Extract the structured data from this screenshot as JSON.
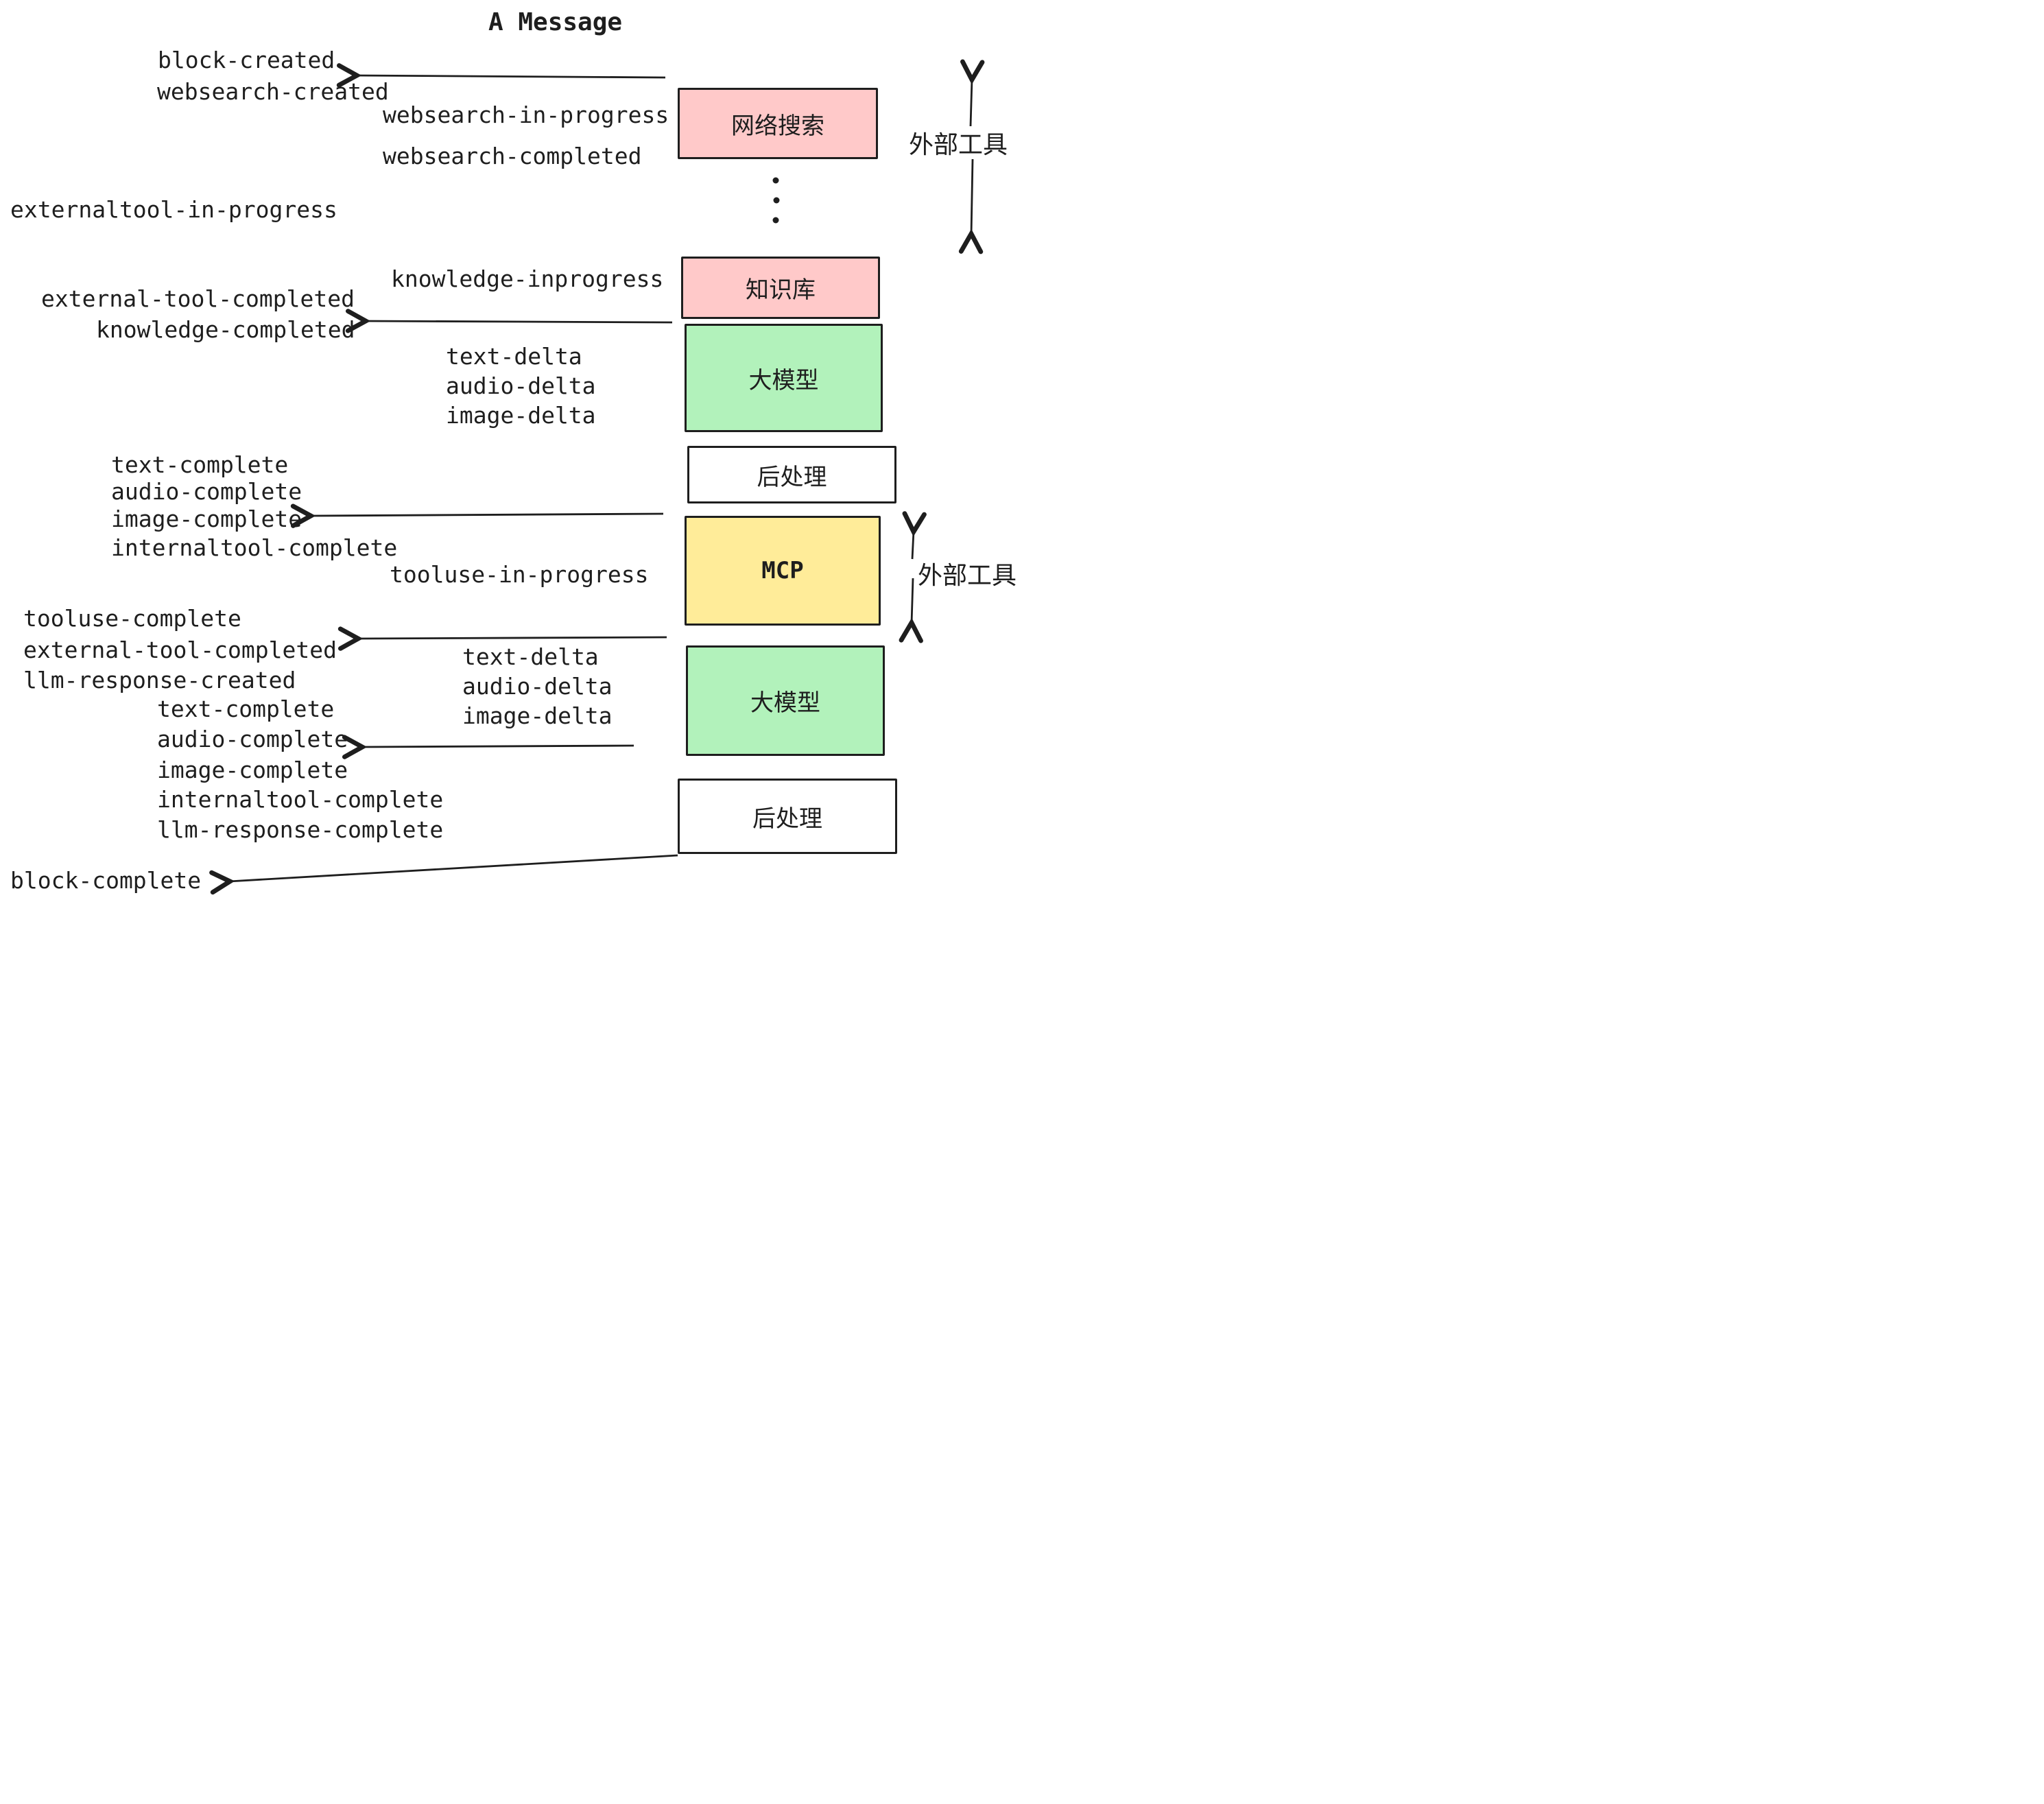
{
  "title": "A Message",
  "boxes": [
    {
      "id": "websearch",
      "label": "网络搜索",
      "color": "#ffc9c9"
    },
    {
      "id": "knowledge",
      "label": "知识库",
      "color": "#ffc9c9"
    },
    {
      "id": "llm1",
      "label": "大模型",
      "color": "#b2f2bb"
    },
    {
      "id": "post1",
      "label": "后处理",
      "color": "#ffffff"
    },
    {
      "id": "mcp",
      "label": "MCP",
      "color": "#ffec99"
    },
    {
      "id": "llm2",
      "label": "大模型",
      "color": "#b2f2bb"
    },
    {
      "id": "post2",
      "label": "后处理",
      "color": "#ffffff"
    }
  ],
  "side_labels": {
    "external_tools_top": "外部工具",
    "external_tools_bottom": "外部工具"
  },
  "events": {
    "block_created": "block-created",
    "websearch_created": "websearch-created",
    "websearch_in_progress": "websearch-in-progress",
    "websearch_completed": "websearch-completed",
    "externaltool_in_progress": "externaltool-in-progress",
    "knowledge_inprogress": "knowledge-inprogress",
    "external_tool_completed_1": "external-tool-completed",
    "knowledge_completed": "knowledge-completed",
    "text_delta_1": "text-delta",
    "audio_delta_1": "audio-delta",
    "image_delta_1": "image-delta",
    "text_complete_1": "text-complete",
    "audio_complete_1": "audio-complete",
    "image_complete_1": "image-complete",
    "internaltool_complete_1": "internaltool-complete",
    "tooluse_in_progress": "tooluse-in-progress",
    "tooluse_complete": "tooluse-complete",
    "external_tool_completed_2": "external-tool-completed",
    "llm_response_created": "llm-response-created",
    "text_delta_2": "text-delta",
    "audio_delta_2": "audio-delta",
    "image_delta_2": "image-delta",
    "text_complete_2": "text-complete",
    "audio_complete_2": "audio-complete",
    "image_complete_2": "image-complete",
    "internaltool_complete_2": "internaltool-complete",
    "llm_response_complete": "llm-response-complete",
    "block_complete": "block-complete"
  },
  "colors": {
    "stroke": "#1e1e1e",
    "box_pink": "#ffc9c9",
    "box_green": "#b2f2bb",
    "box_yellow": "#ffec99",
    "box_white": "#ffffff"
  }
}
